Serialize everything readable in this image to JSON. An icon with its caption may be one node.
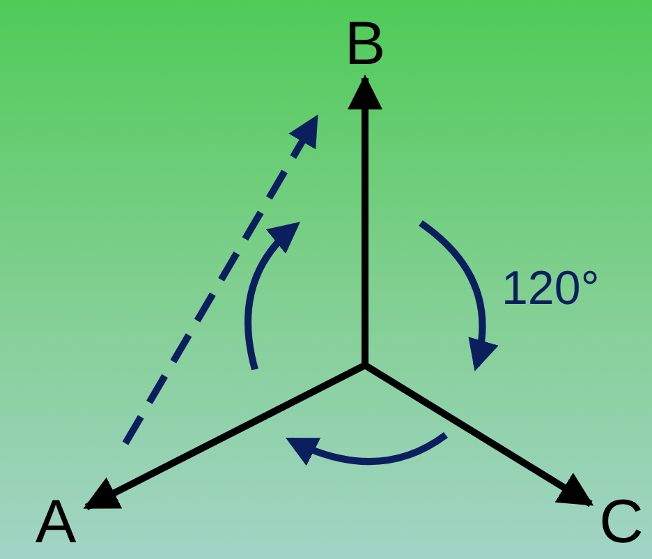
{
  "diagram": {
    "nodes": [
      {
        "text": [
          "B"
        ]
      },
      {
        "text": [
          "A"
        ]
      },
      {
        "text": [
          "C"
        ]
      }
    ],
    "edges": [
      {
        "from": null,
        "to": 0,
        "arrow": "to"
      },
      {
        "from": null,
        "to": 1,
        "arrow": "to"
      },
      {
        "from": null,
        "to": 2,
        "arrow": "to"
      }
    ],
    "labels": [
      "120°"
    ]
  }
}
